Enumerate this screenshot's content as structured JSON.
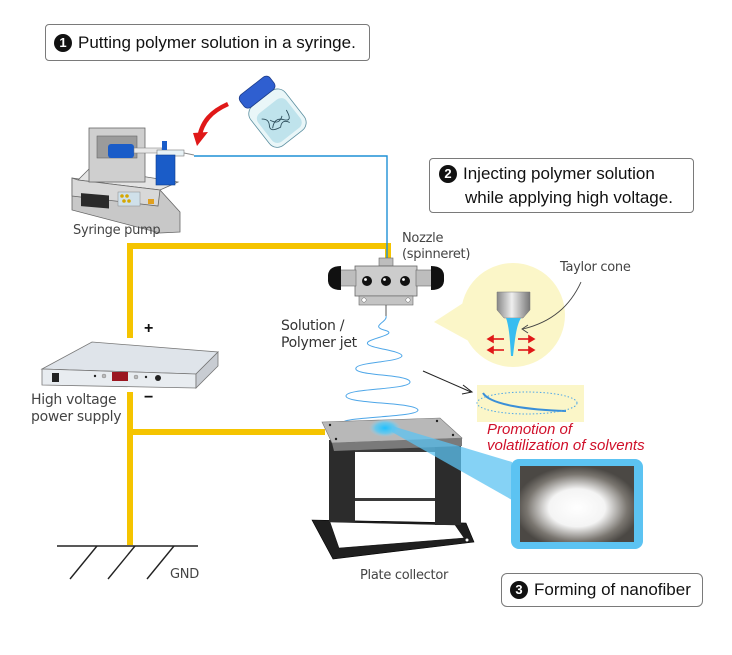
{
  "steps": [
    {
      "number": "1",
      "text": "Putting polymer solution in a syringe."
    },
    {
      "number": "2",
      "line1": "Injecting polymer solution",
      "line2": "while applying high voltage."
    },
    {
      "number": "3",
      "text": "Forming of nanofiber"
    }
  ],
  "labels": {
    "syringe_pump": "Syringe pump",
    "nozzle_line1": "Nozzle",
    "nozzle_line2": "(spinneret)",
    "taylor_cone": "Taylor cone",
    "jet_line1": "Solution /",
    "jet_line2": "Polymer jet",
    "hv_line1": "High voltage",
    "hv_line2": "power supply",
    "plus": "+",
    "minus": "−",
    "gnd": "GND",
    "plate_collector": "Plate collector",
    "promotion_line1": "Promotion of",
    "promotion_line2": "volatilization of solvents"
  },
  "colors": {
    "wire": "#f5c400",
    "tube": "#1e90d6",
    "jet": "#4da6e8",
    "arrow_red": "#e01818",
    "text_red": "#d0102a",
    "callout_bg": "#fbf6c8",
    "inset_border": "#5cc3f2"
  }
}
